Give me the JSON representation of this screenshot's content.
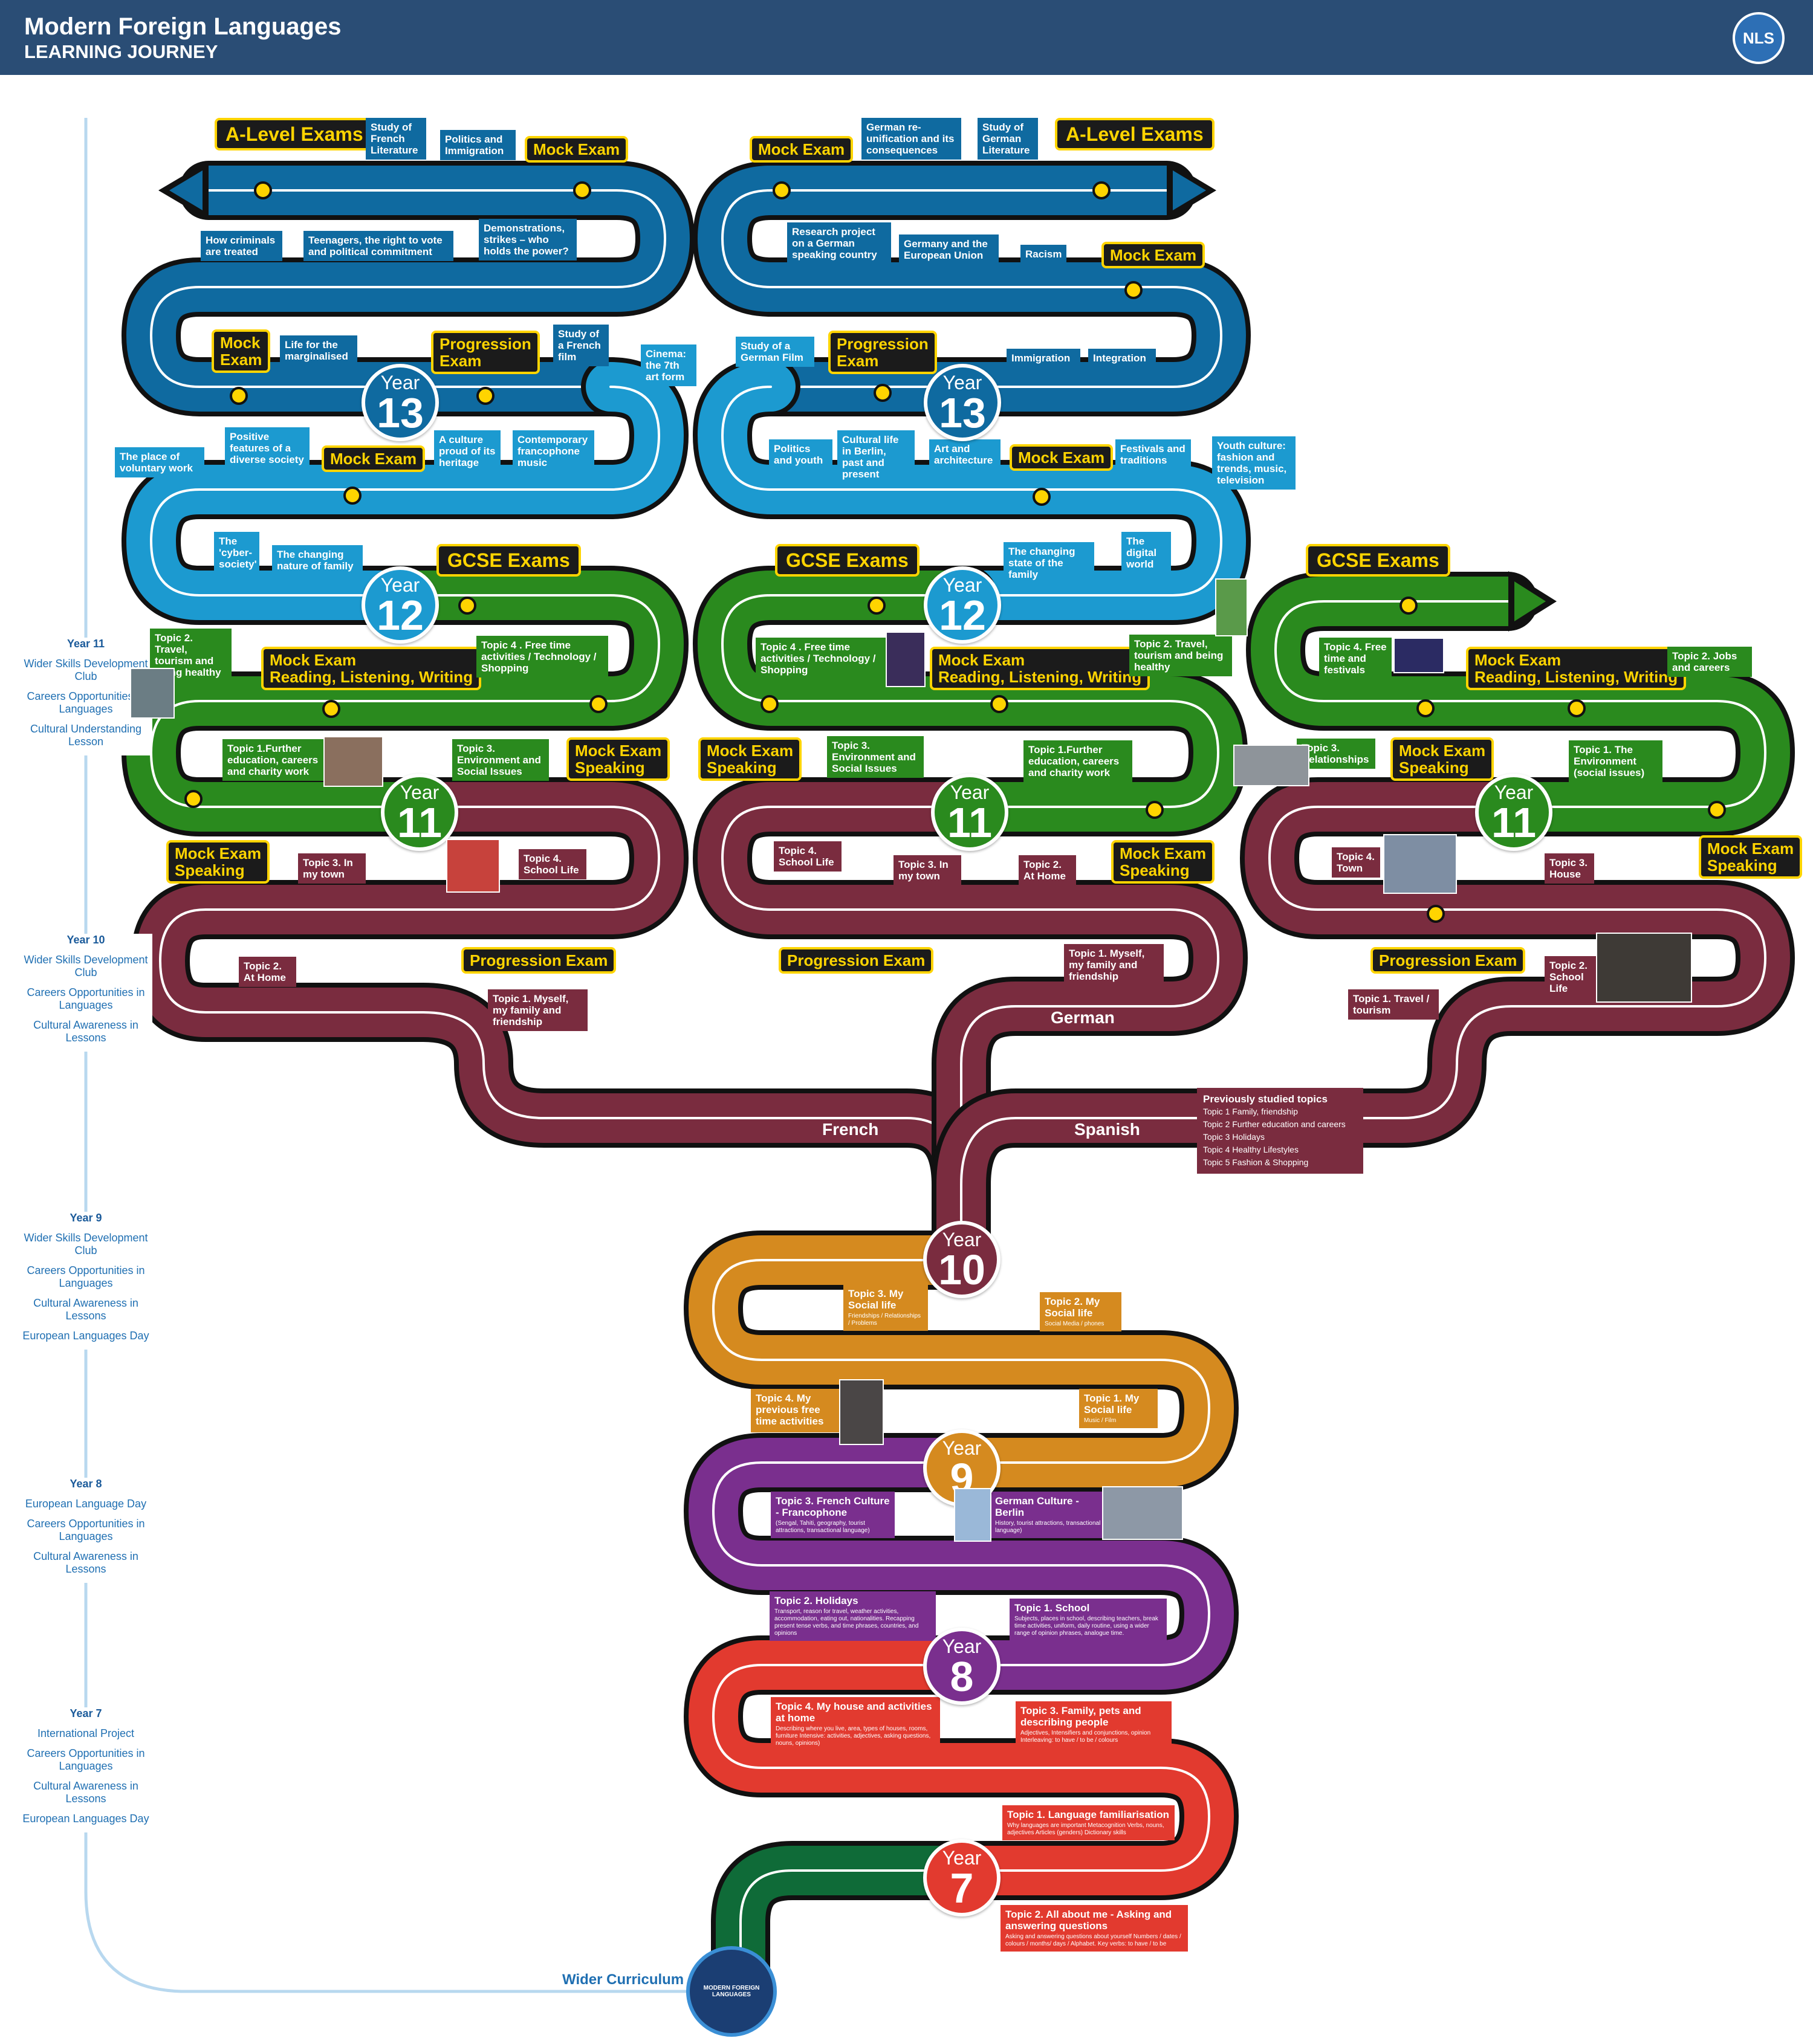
{
  "header": {
    "title": "Modern Foreign Languages",
    "subtitle": "LEARNING JOURNEY",
    "logo": "NLS"
  },
  "colors": {
    "y13": "#0f6aa0",
    "y12": "#1c9ad0",
    "y11": "#2a8a1e",
    "y10": "#7a2c3f",
    "y10b": "#d58a1f",
    "y9": "#7a2f8e",
    "y8": "#e23a2f",
    "y7": "#e23a2f",
    "start": "#0f6b38"
  },
  "sidebar": [
    {
      "year": "Year 11",
      "items": [
        "Wider Skills Development Club",
        "Careers Opportunities in Languages",
        "Cultural Understanding Lesson"
      ]
    },
    {
      "year": "Year 10",
      "items": [
        "Wider Skills Development Club",
        "Careers Opportunities in Languages",
        "Cultural Awareness in Lessons"
      ]
    },
    {
      "year": "Year 9",
      "items": [
        "Wider Skills Development Club",
        "Careers Opportunities in Languages",
        "Cultural Awareness in Lessons",
        "European Languages Day"
      ]
    },
    {
      "year": "Year 8",
      "items": [
        "European Language Day",
        "Careers Opportunities in Languages",
        "Cultural Awareness in Lessons"
      ]
    },
    {
      "year": "Year 7",
      "items": [
        "International Project",
        "Careers Opportunities in Languages",
        "Cultural Awareness in Lessons",
        "European Languages Day"
      ]
    }
  ],
  "years": {
    "word": "Year",
    "y13": "13",
    "y12": "12",
    "y11": "11",
    "y10": "10",
    "y9": "9",
    "y8": "8",
    "y7": "7"
  },
  "branches": {
    "french": "French",
    "spanish": "Spanish",
    "german": "German"
  },
  "wider_curriculum": "Wider Curriculum",
  "badge": "MODERN FOREIGN LANGUAGES",
  "previously": {
    "title": "Previously studied topics",
    "items": [
      "Topic 1 Family, friendship",
      "Topic 2 Further education and careers",
      "Topic 3 Holidays",
      "Topic 4 Healthy Lifestyles",
      "Topic 5 Fashion & Shopping"
    ]
  },
  "exams": {
    "a_level": "A-Level Exams",
    "gcse": "GCSE Exams",
    "mock": "Mock Exam",
    "mock_exam_2line": "Mock\nExam",
    "progression": "Progression Exam",
    "progression_2line": "Progression\nExam",
    "mock_speaking": "Mock Exam\nSpeaking",
    "mock_rlw": "Mock Exam\nReading, Listening, Writing"
  },
  "french": {
    "y13": [
      "Study of French Literature",
      "Politics and Immigration",
      "How criminals are treated",
      "Teenagers, the right to vote and political commitment",
      "Demonstrations, strikes – who holds the power?",
      "Life for the marginalised",
      "Study of a French film",
      "Cinema: the 7th art form"
    ],
    "y12": [
      "The place of voluntary work",
      "Positive features of a diverse society",
      "A culture proud of its heritage",
      "Contemporary francophone music",
      "The 'cyber-society'",
      "The changing nature of family"
    ],
    "y11": [
      "Topic 4 . Free time activities / Technology  / Shopping",
      "Topic 2. Travel, tourism and being healthy",
      "Topic 3. Environment and Social Issues",
      "Topic 1.Further education, careers and charity work"
    ],
    "y10": [
      "Topic 3. In my town",
      "Topic 4. School Life",
      "Topic 2. At Home",
      "Topic 1. Myself, my family and friendship"
    ]
  },
  "german": {
    "y13": [
      "German re-unification and its consequences",
      "Study of German Literature",
      "Research project on a German speaking country",
      "Germany and the European Union",
      "Racism",
      "Study of a German Film",
      "Immigration",
      "Integration"
    ],
    "y12": [
      "Politics and youth",
      "Cultural life in Berlin, past and present",
      "Art and architecture",
      "Festivals and traditions",
      "Youth culture: fashion and trends, music, television",
      "The changing state of the family",
      "The digital world"
    ],
    "y11": [
      "Topic 4 . Free time activities / Technology  / Shopping",
      "Topic 2. Travel, tourism and being healthy",
      "Topic 3. Environment and Social Issues",
      "Topic 1.Further education, careers and charity work"
    ],
    "y10": [
      "Topic 4. School Life",
      "Topic 3. In my town",
      "Topic 2. At Home",
      "Topic 1. Myself, my family and friendship"
    ]
  },
  "spanish": {
    "y11": [
      "Topic 4. Free time and festivals",
      "Topic 2. Jobs and careers",
      "Topic 3. Relationships",
      "Topic 1. The Environment (social issues)"
    ],
    "y10": [
      "Topic 4. Town",
      "Topic 3. House",
      "Topic 2. School Life",
      "Topic 1. Travel / tourism"
    ]
  },
  "ks3": {
    "y9": [
      {
        "title": "Topic 3. My Social life",
        "sub": "Friendships / Relationships / Problems"
      },
      {
        "title": "Topic 2. My Social life",
        "sub": "Social Media  / phones"
      },
      {
        "title": "Topic 4. My previous free time activities",
        "sub": ""
      },
      {
        "title": "Topic 1. My Social life",
        "sub": "Music / Film"
      }
    ],
    "y8": [
      {
        "title": "Topic 3. French Culture - Francophone",
        "sub": "(Sengal, Tahiti, geography, tourist attractions, transactional language)"
      },
      {
        "title": "German Culture - Berlin",
        "sub": "History, tourist attractions, transactional language)"
      },
      {
        "title": "Topic 2. Holidays",
        "sub": "Transport, reason for travel, weather activities, accommodation, eating out, nationalities. Recapping present tense verbs, and time phrases, countries, and opinions"
      },
      {
        "title": "Topic 1. School",
        "sub": "Subjects, places in school, describing teachers, break time activities, uniform, daily routine, using a wider range of opinion phrases, analogue time."
      }
    ],
    "y7": [
      {
        "title": "Topic 4. My house and activities at home",
        "sub": "Describing where you live, area, types of houses, rooms, furniture Intensive: activities, adjectives, asking questions, nouns, opinions)"
      },
      {
        "title": "Topic 3. Family, pets and describing people",
        "sub": "Adjectives, Intensifiers and conjunctions, opinion Interleaving: to have / to be / colours"
      },
      {
        "title": "Topic 1. Language familiarisation",
        "sub": "Why languages are important Metacognition Verbs, nouns, adjectives Articles (genders) Dictionary skills"
      },
      {
        "title": "Topic 2. All about me - Asking and answering questions",
        "sub": "Asking and answering questions about yourself Numbers / dates / colours / months/ days / Alphabet. Key verbs: to have / to be"
      }
    ]
  }
}
